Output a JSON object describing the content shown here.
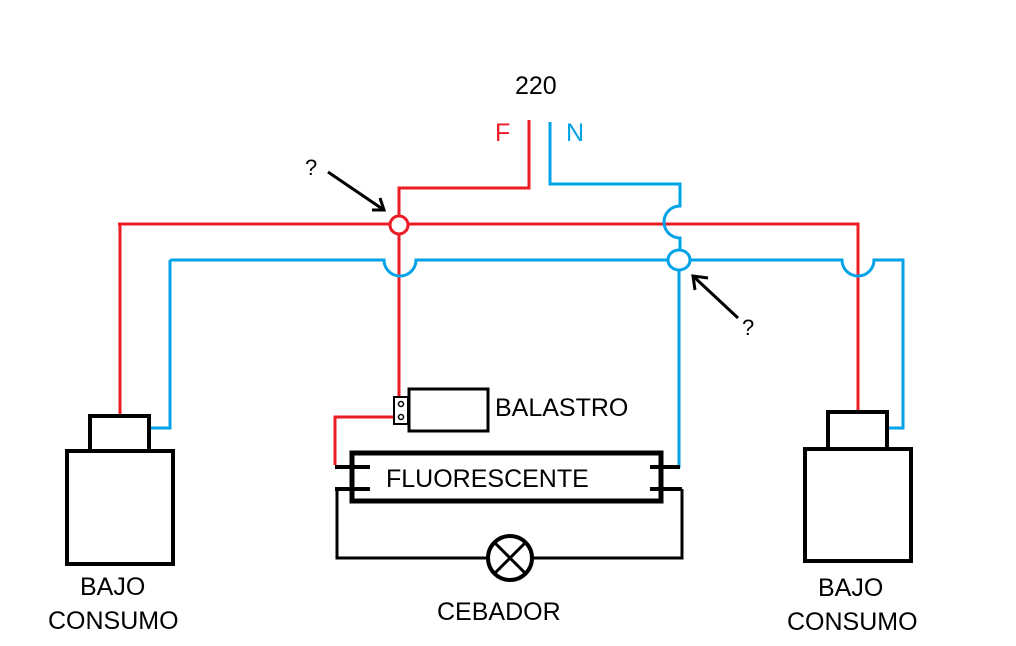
{
  "diagram": {
    "supply": {
      "voltage_label": "220",
      "phase_label": "F",
      "neutral_label": "N"
    },
    "colors": {
      "phase": "#ed1c24",
      "neutral": "#00a2e8",
      "component": "#000000"
    },
    "components": {
      "ballast_label": "BALASTRO",
      "tube_label": "FLUORESCENTE",
      "starter_label": "CEBADOR",
      "left_lamp_label_line1": "BAJO",
      "left_lamp_label_line2": "CONSUMO",
      "right_lamp_label_line1": "BAJO",
      "right_lamp_label_line2": "CONSUMO"
    },
    "annotations": {
      "question_phase_junction": "?",
      "question_neutral_junction": "?"
    }
  }
}
